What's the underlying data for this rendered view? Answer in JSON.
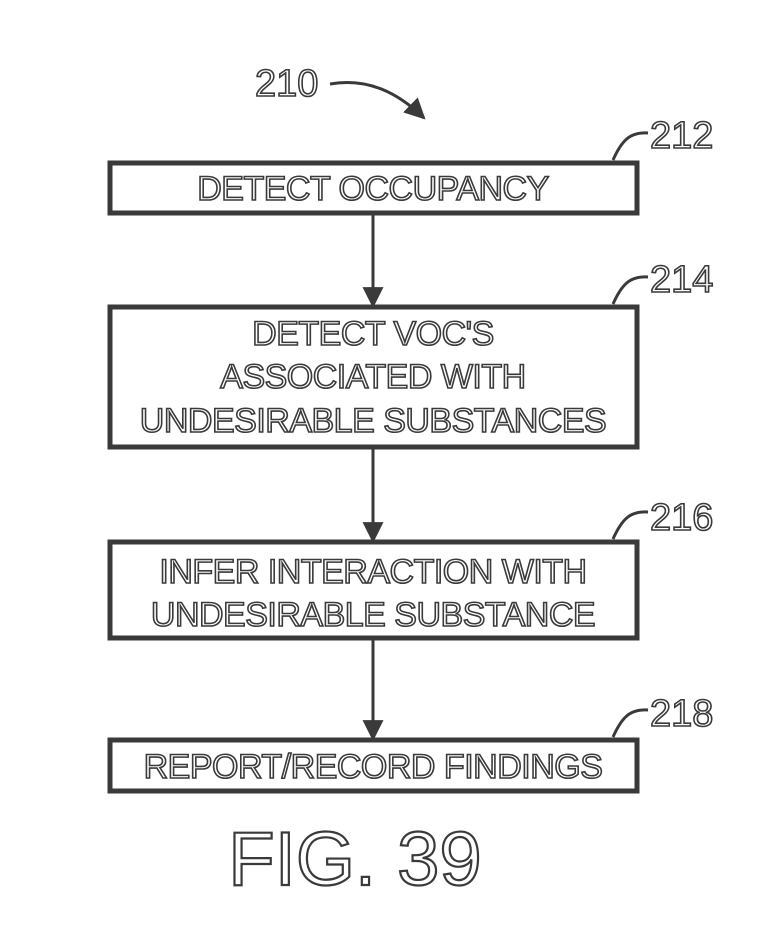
{
  "figure": {
    "reference": "210",
    "caption": "FIG. 39"
  },
  "steps": [
    {
      "ref": "212",
      "lines": [
        "DETECT OCCUPANCY"
      ]
    },
    {
      "ref": "214",
      "lines": [
        "DETECT VOC'S",
        "ASSOCIATED WITH",
        "UNDESIRABLE SUBSTANCES"
      ]
    },
    {
      "ref": "216",
      "lines": [
        "INFER INTERACTION WITH",
        "UNDESIRABLE SUBSTANCE"
      ]
    },
    {
      "ref": "218",
      "lines": [
        "REPORT/RECORD FINDINGS"
      ]
    }
  ],
  "colors": {
    "ink": "#3a3a3a",
    "background": "#ffffff"
  }
}
